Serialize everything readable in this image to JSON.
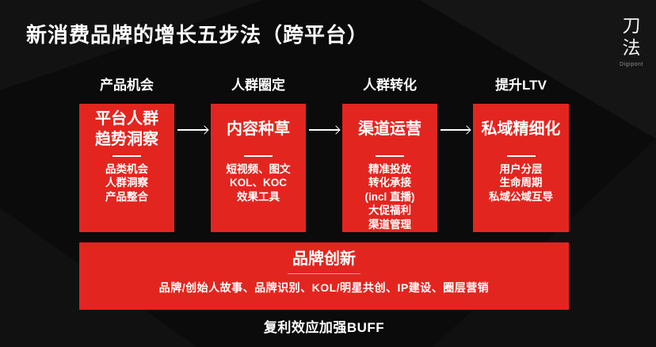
{
  "slide": {
    "title": "新消费品牌的增长五步法（跨平台）",
    "footer_note": "复利效应加强BUFF"
  },
  "logo": {
    "char1": "刀",
    "char2": "法",
    "subtitle": "Digipont"
  },
  "colors": {
    "accent_red": "#E3251F",
    "background": "#0B0B0B",
    "text": "#FFFFFF"
  },
  "icons": {
    "flow_arrow": "arrow-right"
  },
  "steps": [
    {
      "header": "产品机会",
      "title_lines": [
        "平台人群",
        "趋势洞察"
      ],
      "items": [
        "品类机会",
        "人群洞察",
        "产品整合"
      ]
    },
    {
      "header": "人群圈定",
      "title_lines": [
        "内容种草"
      ],
      "items": [
        "短视频、图文",
        "KOL、KOC",
        "效果工具"
      ]
    },
    {
      "header": "人群转化",
      "title_lines": [
        "渠道运营"
      ],
      "items": [
        "精准投放",
        "转化承接",
        "(incl 直播)",
        "大促福利",
        "渠道管理"
      ]
    },
    {
      "header": "提升LTV",
      "title_lines": [
        "私域精细化"
      ],
      "items": [
        "用户分层",
        "生命周期",
        "私域公域互导"
      ]
    }
  ],
  "brand_bar": {
    "title": "品牌创新",
    "description": "品牌/创始人故事、品牌识别、KOL/明星共创、IP建设、圈层营销"
  }
}
